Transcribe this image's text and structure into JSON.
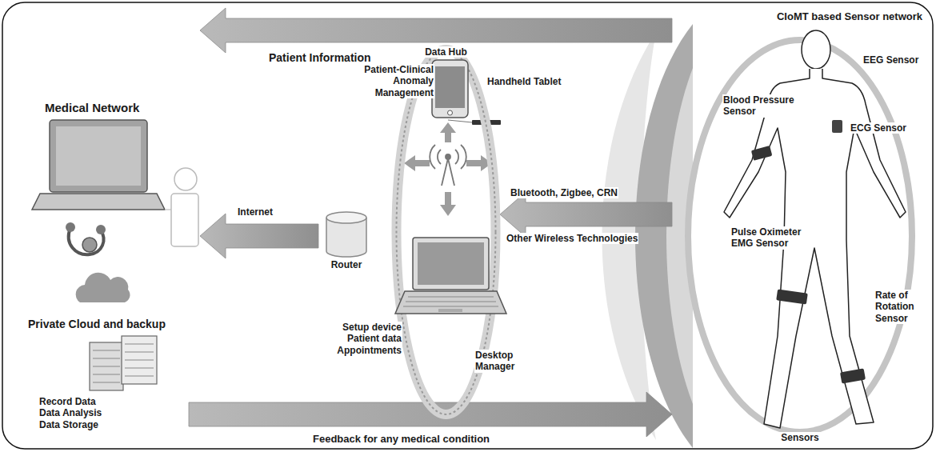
{
  "diagram": {
    "nodes": [
      {
        "text": [
          "Medical Network"
        ]
      },
      {
        "text": [
          "Private Cloud and backup",
          "Record Data Data Analysis Data Storage"
        ]
      },
      {
        "text": [
          "Data Hub"
        ]
      },
      {
        "text": [
          "Patient-Clinical Anomaly Management",
          "Handheld Tablet"
        ],
        "in": 2
      },
      {
        "text": [
          "Router"
        ],
        "in": 2
      },
      {
        "text": [
          "Setup device Patient data Appointments",
          "Desktop Manager"
        ],
        "in": 2
      },
      {
        "text": [
          "CIoMT based Sensor network",
          "Sensors"
        ]
      }
    ],
    "edges": [
      {
        "from": 6,
        "to": 0,
        "arrow": "to",
        "label": "Patient Information"
      },
      {
        "from": 4,
        "to": 0,
        "arrow": "to",
        "label": "Internet"
      },
      {
        "from": 6,
        "to": 2,
        "arrow": "to",
        "label": "Bluetooth, Zigbee, CRN"
      },
      {
        "from": 1,
        "to": 6,
        "arrow": "to",
        "label": "Feedback for any medical condition"
      }
    ],
    "labels": [
      "EEG Sensor",
      "Blood Pressure Sensor",
      "ECG Sensor",
      "Other Wireless Technologies",
      "Pulse Oximeter EMG Sensor",
      "Rate of Rotation Sensor"
    ]
  }
}
